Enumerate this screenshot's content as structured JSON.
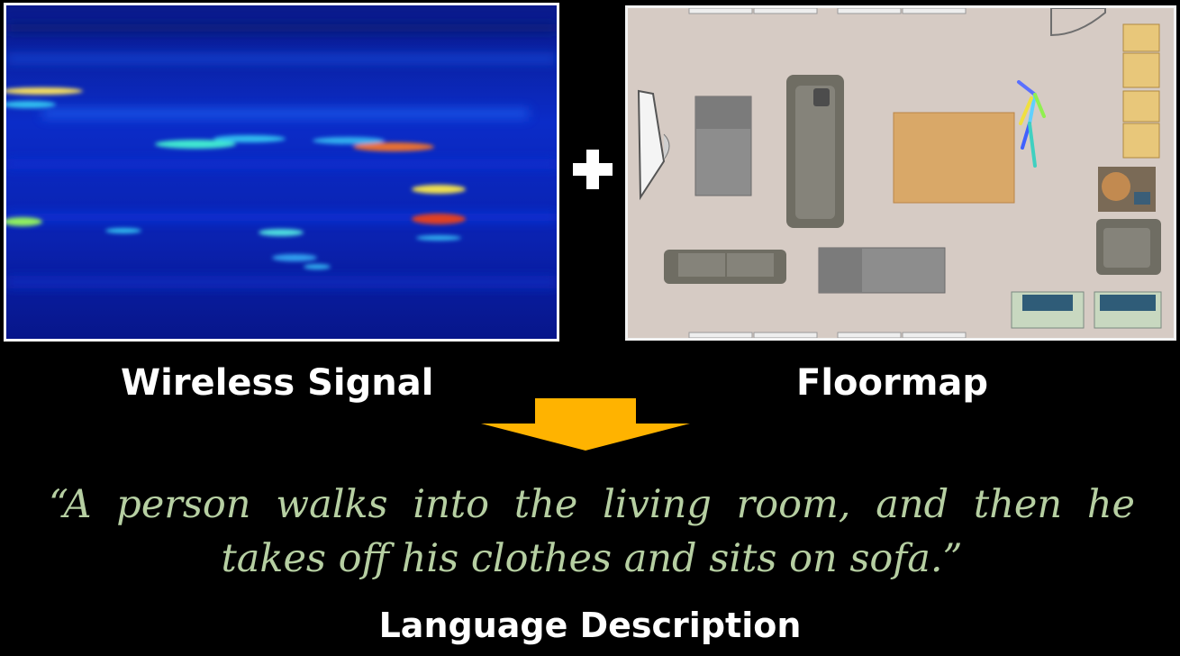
{
  "labels": {
    "wireless_signal": "Wireless Signal",
    "floormap": "Floormap",
    "language_description": "Language Description"
  },
  "description_text": "“A person walks into the living room, and then he takes off his clothes and sits on sofa.”",
  "colors": {
    "background": "#000000",
    "heatmap_base": "#0a1ea8",
    "arrow": "#ffb300",
    "description_text": "#b6cfa2",
    "floor": "#d6cbc4"
  },
  "icons": [
    "plus-icon",
    "down-arrow-icon"
  ]
}
